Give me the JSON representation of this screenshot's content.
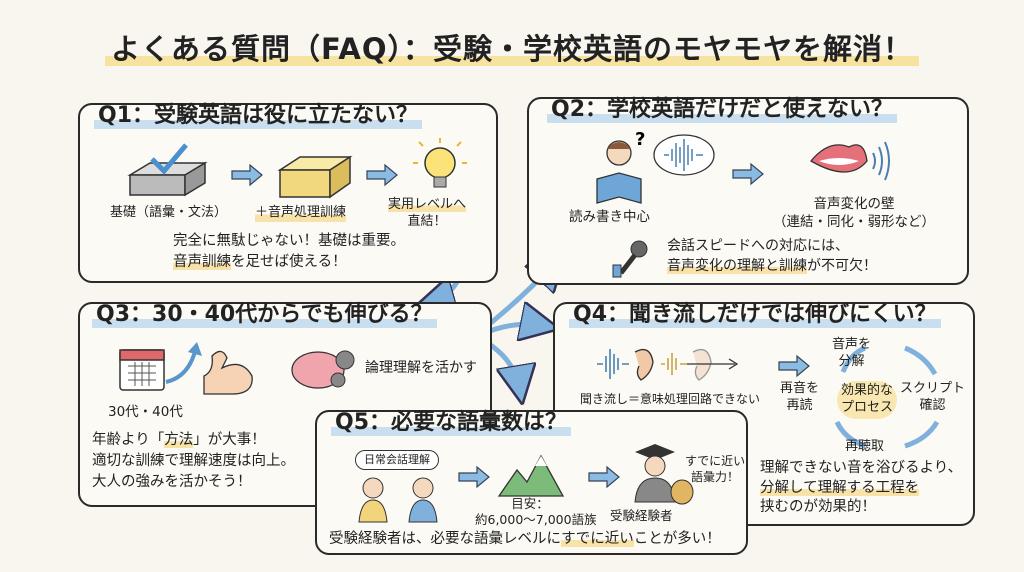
{
  "title": "よくある質問（FAQ）：受験・学校英語のモヤモヤを解消！",
  "q1": {
    "title": "Q1：受験英語は役に立たない？",
    "step1": "基礎（語彙・文法）",
    "step2": "＋音声処理訓練",
    "step3a": "実用レベルへ",
    "step3b": "直結！",
    "body1": "完全に無駄じゃない！基礎は重要。",
    "body2": "音声訓練",
    "body2b": "を足せば使える！"
  },
  "q2": {
    "title": "Q2：学校英語だけだと使えない？",
    "left": "読み書き中心",
    "right1": "音声変化の壁",
    "right2": "（連結・同化・弱形など）",
    "body1": "会話スピードへの対応には、",
    "body2": "音声変化の理解と訓練",
    "body2b": "が不可欠！"
  },
  "q3": {
    "title": "Q3：30・40代からでも伸びる？",
    "age": "30代・40代",
    "brain": "論理理解を活かす",
    "body1a": "年齢より「",
    "body1b": "方法",
    "body1c": "」が大事！",
    "body2": "適切な訓練で理解速度は向上。",
    "body3": "大人の強みを活かそう！"
  },
  "q4": {
    "title": "Q4：聞き流しだけでは伸びにくい？",
    "caption": "聞き流し＝意味処理回路できない",
    "cycle": {
      "top": "音声を\n分解",
      "right": "スクリプト\n確認",
      "bottom": "再聴取",
      "left": "再音を\n再読",
      "center": "効果的な\nプロセス"
    },
    "body1": "理解できない音を浴びるより、",
    "body2": "分解して理解する工程を",
    "body3": "挟むのが効果的！"
  },
  "q5": {
    "title": "Q5：必要な語彙数は？",
    "bubble": "日常会話理解",
    "goal1": "目安：",
    "goal2": "約6,000〜7,000語族",
    "person": "受験経験者",
    "near": "すでに近い\n語彙力！",
    "body1": "受験経験者は、必要な語彙レベルに",
    "body2": "すでに近い",
    "body3": "ことが多い！"
  },
  "colors": {
    "arrow": "#7fb1dc",
    "highlight": "#f8e2a8",
    "underline": "#c9dff0"
  }
}
